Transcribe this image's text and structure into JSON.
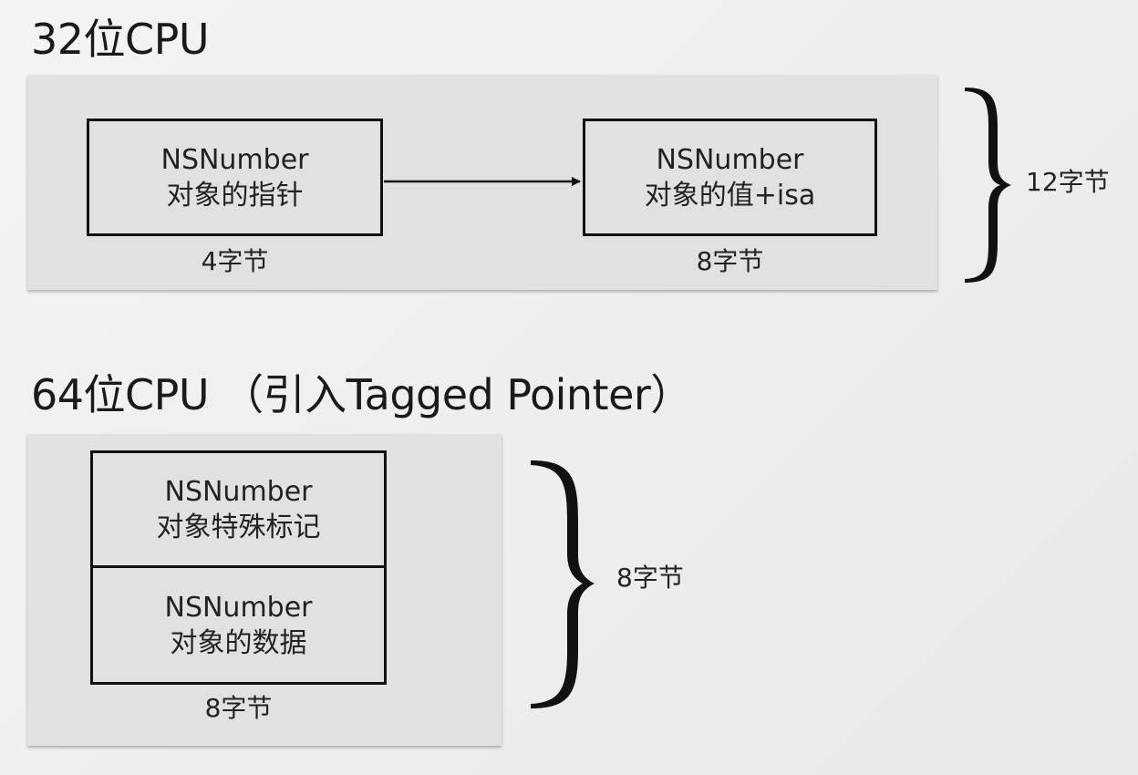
{
  "section_32": {
    "title": "32位CPU",
    "pointer_box": {
      "line1": "NSNumber",
      "line2": "对象的指针"
    },
    "pointer_size": "4字节",
    "value_box": {
      "line1": "NSNumber",
      "line2": "对象的值+isa"
    },
    "value_size": "8字节",
    "total_size": "12字节"
  },
  "section_64": {
    "title": "64位CPU （引入Tagged Pointer）",
    "mark_box": {
      "line1": "NSNumber",
      "line2": "对象特殊标记"
    },
    "data_box": {
      "line1": "NSNumber",
      "line2": "对象的数据"
    },
    "box_size": "8字节",
    "total_size": "8字节"
  },
  "colors": {
    "panel": "#e1e1e1",
    "border": "#111111",
    "text": "#1c1c1c"
  }
}
